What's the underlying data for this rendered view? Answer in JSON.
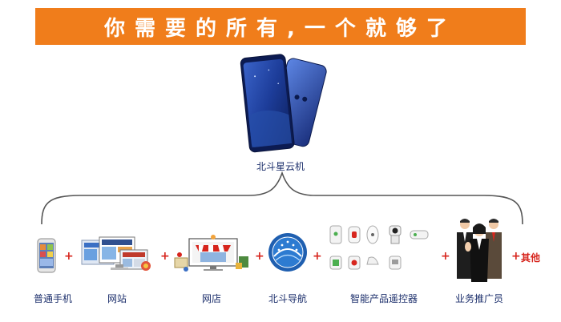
{
  "banner": {
    "title": "你需要的所有,一个就够了",
    "background": "#f07d1b"
  },
  "center_product": {
    "label": "北斗星云机",
    "icon": "smartphone-icon"
  },
  "items": [
    {
      "label": "普通手机",
      "icon": "phone-icon"
    },
    {
      "label": "网站",
      "icon": "website-icon"
    },
    {
      "label": "网店",
      "icon": "online-store-icon"
    },
    {
      "label": "北斗导航",
      "icon": "beidou-navigation-icon"
    },
    {
      "label": "智能产品遥控器",
      "icon": "smart-remote-icon"
    },
    {
      "label": "业务推广员",
      "icon": "promoter-icon"
    }
  ],
  "plus_sign": "+",
  "other": {
    "label": "其他"
  },
  "colors": {
    "label_text": "#1b2e6b",
    "accent_red": "#d7261e",
    "brace": "#555555"
  }
}
